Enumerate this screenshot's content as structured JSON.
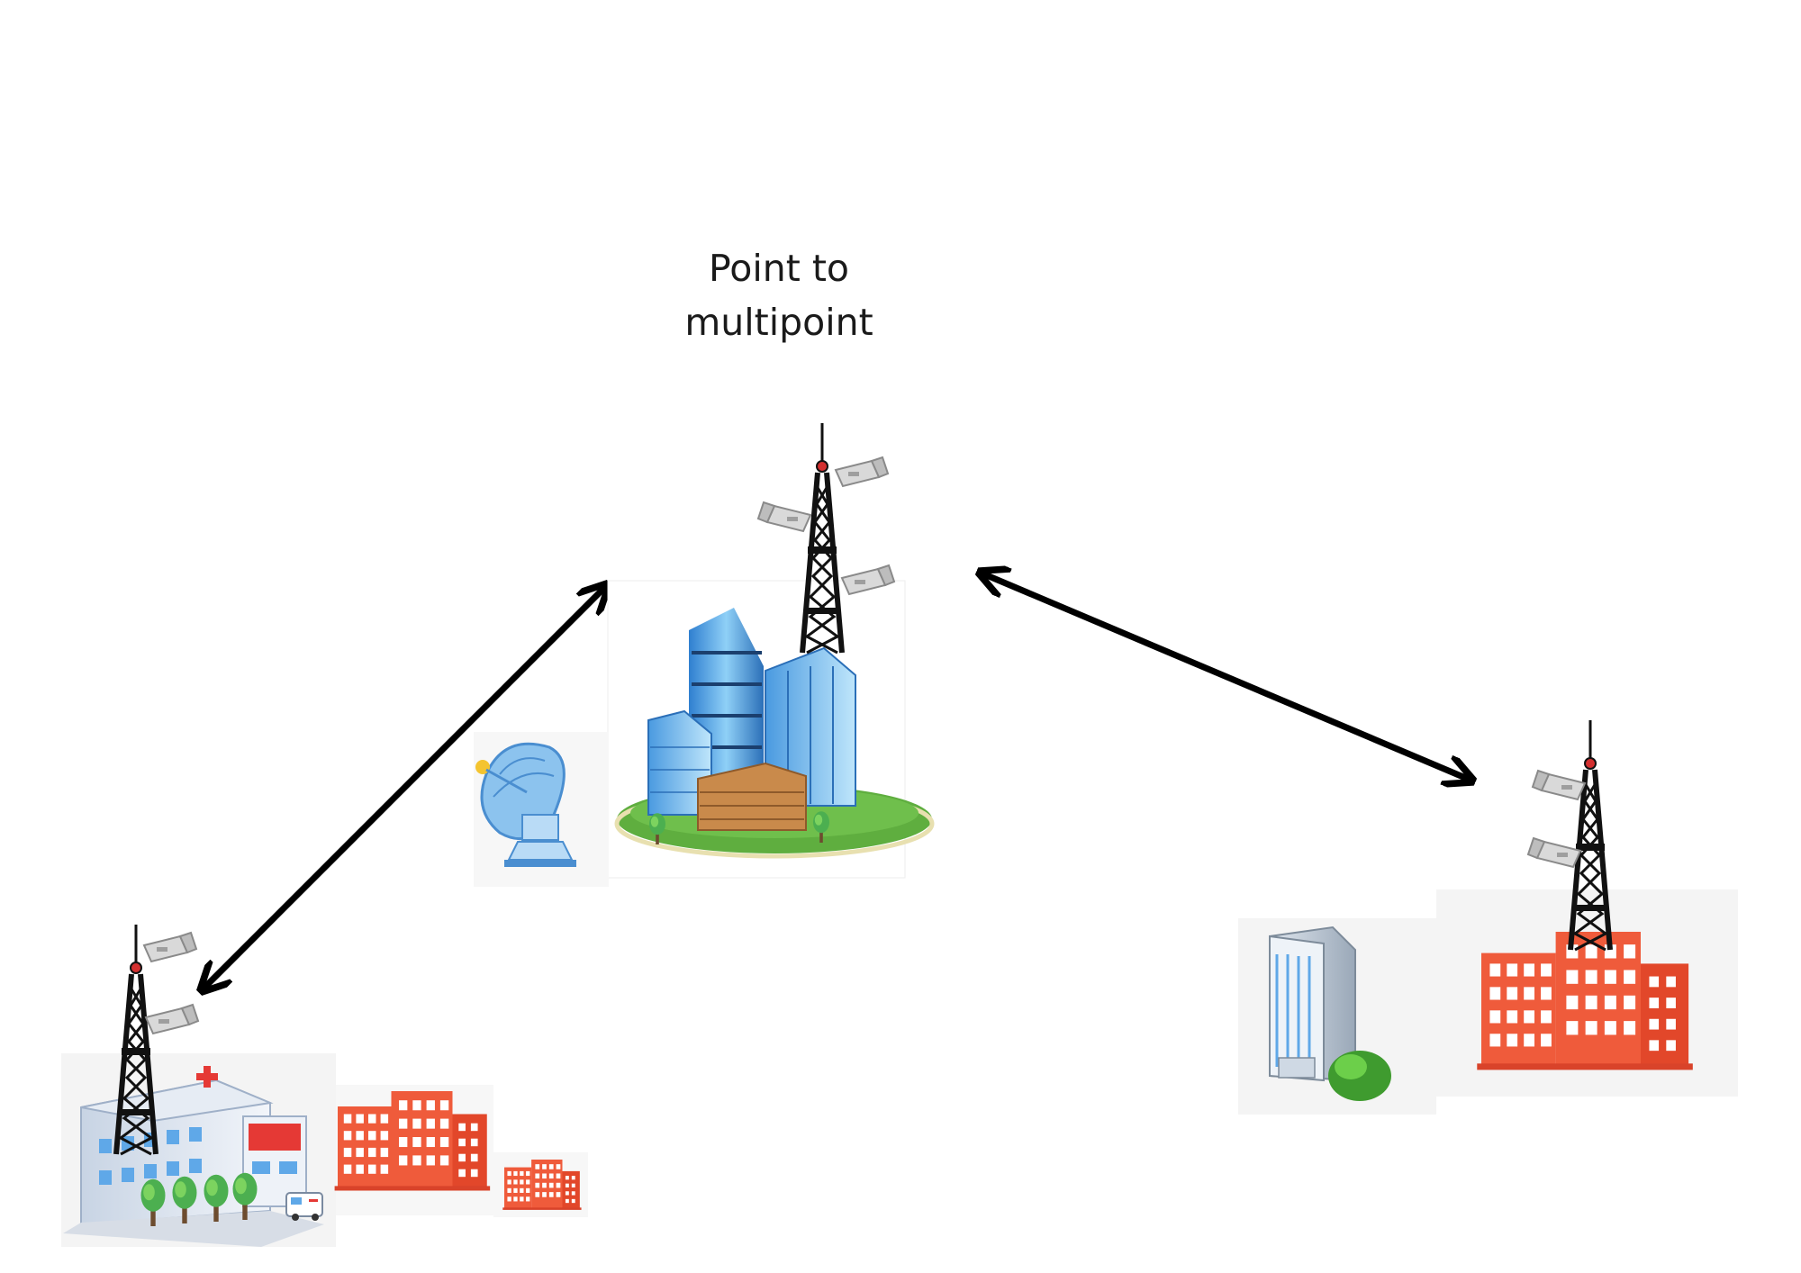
{
  "diagram": {
    "title": "Point to\nmultipoint",
    "colors": {
      "arrow": "#000000",
      "tower": "#111111",
      "beacon": "#d32f2f",
      "red_building": "#ef5b3b",
      "glass_blue": "#5aa9e6",
      "grass": "#5fae3f",
      "hospital_cross": "#e53935"
    },
    "nodes": [
      {
        "role": "hub",
        "icons": [
          "radio-tower-icon",
          "office-complex-icon",
          "satellite-dish-icon"
        ]
      },
      {
        "role": "client",
        "icons": [
          "radio-tower-icon",
          "hospital-icon",
          "red-building-icon",
          "red-building-small-icon"
        ]
      },
      {
        "role": "client",
        "icons": [
          "radio-tower-icon",
          "white-tower-building-icon",
          "red-building-icon"
        ]
      }
    ],
    "links": [
      {
        "from": "hub",
        "to": "client-left",
        "type": "bidirectional-arrow"
      },
      {
        "from": "hub",
        "to": "client-right",
        "type": "bidirectional-arrow"
      }
    ]
  }
}
